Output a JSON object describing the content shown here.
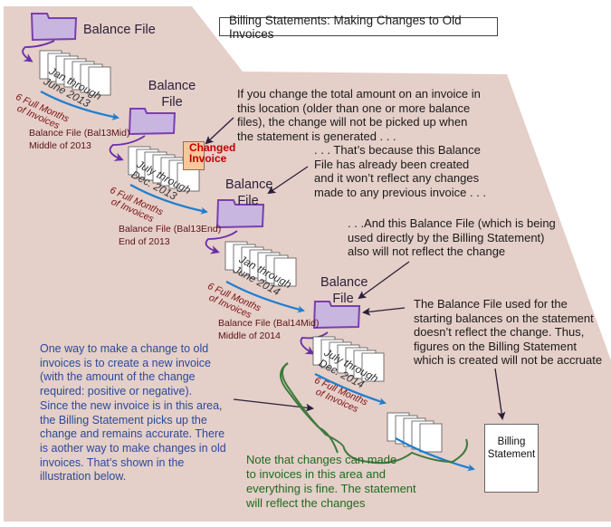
{
  "title": "Billing Statements: Making Changes to Old Invoices",
  "colors": {
    "background_shape": "#e5cfc9",
    "folder_fill": "#c9b6e0",
    "folder_stroke": "#7a3fb0",
    "flow_arrow": "#1e7fd0",
    "curve_arrow": "#6a2fa8",
    "pointer_arrow": "#2a1f3a",
    "green_callout": "#3d7a3d",
    "changed_invoice": "#f9c79a"
  },
  "balance_files": [
    {
      "label": "Balance File"
    },
    {
      "label": "Balance\nFile",
      "caption": "Balance File (Bal13Mid)\nMiddle of 2013"
    },
    {
      "label": "Balance\nFile",
      "caption": "Balance File (Bal13End)\nEnd of 2013"
    },
    {
      "label": "Balance\nFile",
      "caption": "Balance File (Bal14Mid)\nMiddle of 2014"
    }
  ],
  "invoice_stacks": [
    {
      "period": "Jan through\nJune 2013"
    },
    {
      "period": "July through\nDec. 2013"
    },
    {
      "period": "Jan through\nJune 2014"
    },
    {
      "period": "July through\nDec. 2014"
    },
    {
      "period": ""
    }
  ],
  "flow_label": "6 Full Months\nof Invoices",
  "changed_invoice": "Changed\nInvoice",
  "billing_statement": "Billing\nStatement",
  "notes": {
    "if_change": "If you change the total amount on an invoice in\nthis location (older than one or more balance\nfiles), the change will not be picked up when\nthe statement is generated . . .",
    "because": ". . . That’s because this Balance\nFile has already been created\nand it won’t reflect any changes\nmade to any previous invoice . . .",
    "and_this": ". . .And this Balance File (which is being\nused directly by the Billing Statement)\nalso will not reflect the change",
    "starting": "The Balance File used for the\nstarting balances on the statement\ndoesn’t reflect the change.  Thus,\nfigures on the Billing Statement\nwhich is created will not be accruate",
    "one_way": "One way to make a change to old\ninvoices is to create a new invoice\n(with the amount of the change\nrequired: positive or negative).\nSince the new invoice is in this area,\nthe Billing Statement picks up the\nchange and remains accurate.  There\nis aother way to make changes in old\ninvoices.  That’s shown in the\nillustration below.",
    "note_green": "Note that changes can made\nto invoices in this area and\neverything is fine.  The statement\nwill reflect the changes"
  }
}
